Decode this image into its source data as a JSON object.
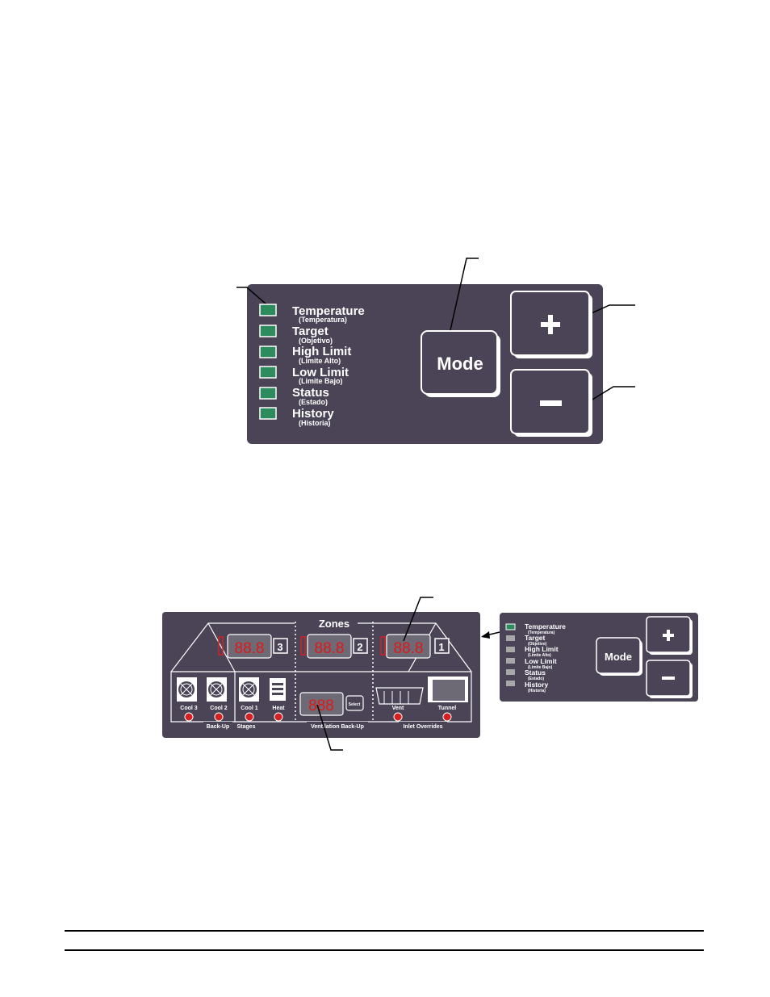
{
  "top_panel": {
    "modes": [
      {
        "label": "Temperature",
        "sub": "(Temperatura)",
        "active": true
      },
      {
        "label": "Target",
        "sub": "(Objetivo)",
        "active": true
      },
      {
        "label": "High Limit",
        "sub": "(Limite Alto)",
        "active": true
      },
      {
        "label": "Low Limit",
        "sub": "(Limite Bajo)",
        "active": true
      },
      {
        "label": "Status",
        "sub": "(Estado)",
        "active": true
      },
      {
        "label": "History",
        "sub": "(Historia)",
        "active": true
      }
    ],
    "mode_label": "Mode",
    "plus_label": "+",
    "minus_label": "−"
  },
  "bottom_panel": {
    "title": "Zones",
    "zone_display": "88.8",
    "zone_numbers": [
      "3",
      "2",
      "1"
    ],
    "stage_labels": [
      "Cool 3",
      "Cool 2",
      "Cool 1",
      "Heat",
      "Vent",
      "Tunnel"
    ],
    "group_labels": {
      "backup": "Back-Up",
      "stages": "Stages",
      "vent_backup": "Ventilation Back-Up",
      "inlet": "Inlet Overrides"
    },
    "vent_display": "888",
    "select_label": "Select"
  },
  "small_panel": {
    "modes": [
      {
        "label": "Temperature",
        "sub": "(Temperatura)",
        "active": true
      },
      {
        "label": "Target",
        "sub": "(Objetivo)",
        "active": false
      },
      {
        "label": "High Limit",
        "sub": "(Limite Alto)",
        "active": false
      },
      {
        "label": "Low Limit",
        "sub": "(Limite Bajo)",
        "active": false
      },
      {
        "label": "Status",
        "sub": "(Estado)",
        "active": false
      },
      {
        "label": "History",
        "sub": "(Historia)",
        "active": false
      }
    ],
    "mode_label": "Mode",
    "plus_label": "+",
    "minus_label": "−"
  },
  "colors": {
    "panel": "#4a4456",
    "led_green": "#2e8b5e",
    "led_grey": "#a8a8a8",
    "led_red": "#d42020",
    "digit_red": "#e01818",
    "white": "#ffffff"
  }
}
